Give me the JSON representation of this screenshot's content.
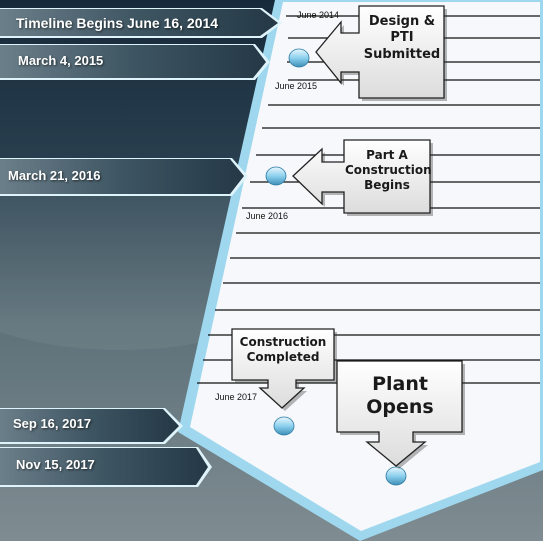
{
  "banners": [
    {
      "label": "Timeline Begins June 16, 2014"
    },
    {
      "label": "March 4, 2015"
    },
    {
      "label": "March 21, 2016"
    },
    {
      "label": "Sep 16, 2017"
    },
    {
      "label": "Nov 15, 2017"
    }
  ],
  "year_marks": [
    {
      "label": "June 2014"
    },
    {
      "label": "June 2015"
    },
    {
      "label": "June 2016"
    },
    {
      "label": "June 2017"
    }
  ],
  "callouts": {
    "design_pti": "Design & PTI Submitted",
    "part_a": "Part A Construction Begins",
    "construction_completed": "Construction Completed",
    "plant_opens": "Plant Opens"
  },
  "colors": {
    "background_top": "#1b3140",
    "background_bottom": "#7c8b93",
    "banner_fill": "#2f4653",
    "timeline_fill": "#f6f8fb",
    "timeline_edge": "#9fd8ee",
    "callout_fill": "#efefef",
    "milestone_bead": "#7fc6e6"
  }
}
